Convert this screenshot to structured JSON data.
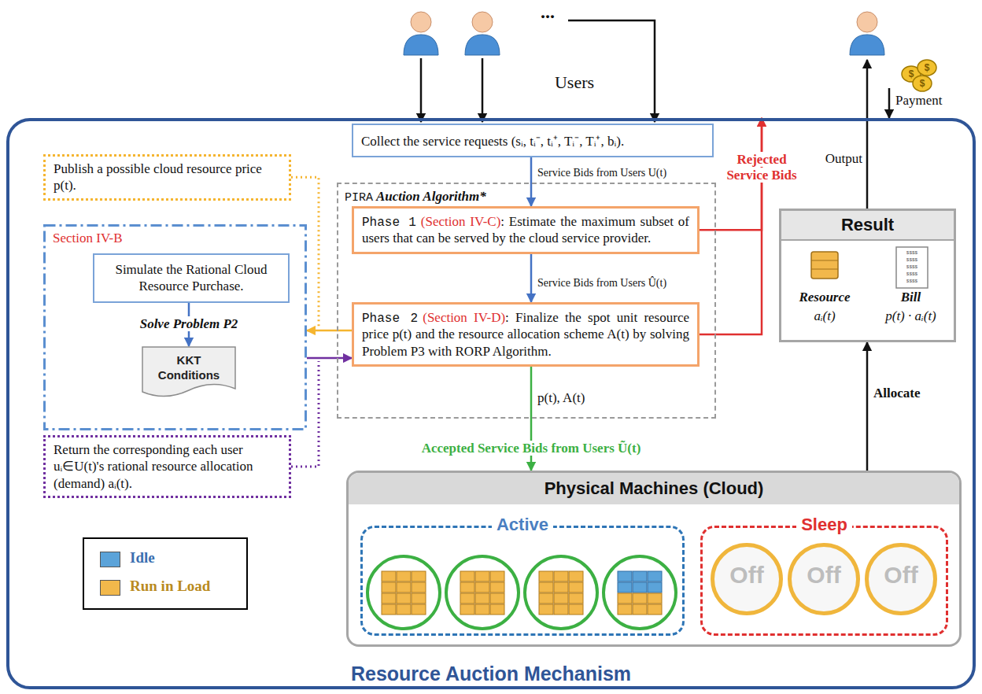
{
  "diagram": {
    "nodes": [
      {
        "text": [
          "Resource Auction Mechanism"
        ]
      },
      {
        "text": [
          "Collect the service requests (sᵢ, tᵢ⁻, tᵢ⁺, Tᵢ⁻, Tᵢ⁺, bᵢ)."
        ],
        "in": 0
      },
      {
        "text": [
          "Publish a possible cloud resource price p(t)."
        ],
        "in": 0
      },
      {
        "text": [
          "Section IV-B"
        ],
        "in": 0
      },
      {
        "text": [
          "Simulate the Rational Cloud Resource Purchase."
        ],
        "in": 3
      },
      {
        "text": [
          "KKT Conditions"
        ],
        "in": 3
      },
      {
        "text": [
          "Return the corresponding each user uᵢ∈U(t)'s rational resource allocation (demand) aᵢ(t)."
        ],
        "in": 0
      },
      {
        "text": [
          "PIRA",
          "Auction Algorithm*"
        ],
        "in": 0
      },
      {
        "text": [
          "Phase 1",
          "(Section IV-C)",
          ": Estimate the maximum subset of users that can be served by the cloud service provider."
        ],
        "in": 7
      },
      {
        "text": [
          "Phase 2",
          "(Section IV-D)",
          ": Finalize the spot unit resource price p(t) and the resource allocation scheme A(t) by solving Problem P3 with RORP Algorithm."
        ],
        "in": 7
      },
      {
        "text": [
          "Result",
          "Resource",
          "aᵢ(t)",
          "Bill",
          "p(t) · aᵢ(t)"
        ],
        "in": 0
      },
      {
        "text": [
          "Physical Machines (Cloud)"
        ],
        "in": 0
      },
      {
        "text": [
          "Active"
        ],
        "in": 11
      },
      {
        "text": [
          "Sleep"
        ],
        "in": 11
      },
      {
        "text": [
          "Off"
        ],
        "in": 13
      },
      {
        "text": [
          "Off"
        ],
        "in": 13
      },
      {
        "text": [
          "Off"
        ],
        "in": 13
      }
    ],
    "edges": [
      {
        "from": 1,
        "to": 8,
        "label": "Service Bids from Users U(t)",
        "arrow": "to"
      },
      {
        "from": 8,
        "to": 9,
        "label": "Service Bids from Users Û(t)",
        "arrow": "to"
      },
      {
        "from": 8,
        "to": 0,
        "label": "Rejected Service Bids",
        "arrow": "to"
      },
      {
        "from": 9,
        "to": 0,
        "arrow": "to"
      },
      {
        "from": 9,
        "to": 3,
        "arrow": "to"
      },
      {
        "from": 3,
        "to": 9,
        "arrow": "to"
      },
      {
        "from": 9,
        "to": 11,
        "label": "p(t), A(t)",
        "arrow": "to"
      },
      {
        "from": 11,
        "to": 10,
        "label": "Allocate",
        "arrow": "to"
      },
      {
        "from": 4,
        "to": 5,
        "label": "Solve Problem P2",
        "arrow": "to"
      }
    ],
    "labels": [
      "Users",
      "...",
      "Payment",
      "Output",
      "Accepted Service Bids from Users Ũ(t)",
      "$$$$",
      "$$$$",
      "$$$$",
      "$$$$",
      "$$$$",
      "$",
      "$",
      "$"
    ],
    "legend": [
      {
        "text": "Idle",
        "color": "#5ba3d9"
      },
      {
        "text": "Run in Load",
        "color": "#f2b84b"
      }
    ]
  }
}
